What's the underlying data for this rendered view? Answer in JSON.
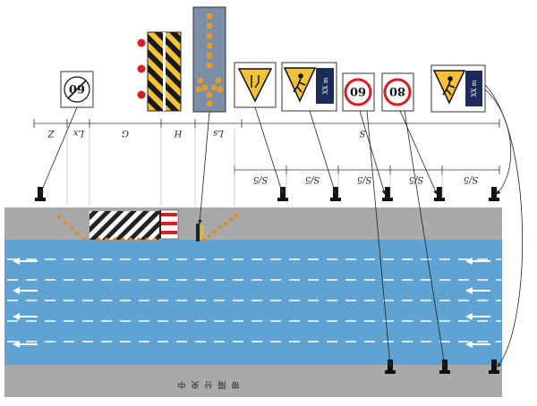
{
  "colors": {
    "shoulder": "#a9a9a9",
    "lane": "#5fa3d3",
    "cone": "#e08a1e",
    "sign_red": "#d32027",
    "sign_yellow": "#f3c23a",
    "sign_navy": "#1c2b5a",
    "arrow_board_bg": "#7b8ea8",
    "arrow_board_light": "#e59a2a"
  },
  "icons": {
    "speed_limit_plain": "circle-number",
    "speed_limit": "red-ring-number",
    "roadwork": "roadwork-triangle",
    "lane_narrow": "lane-narrows-triangle",
    "arrow_board": "arrow-light-board",
    "barrier": "striped-barrier-with-lights",
    "lane_arrow": "left-arrow"
  },
  "signs": {
    "end_limit_value": "60",
    "limit_60": "60",
    "limit_80": "80",
    "plate_text": "XX m"
  },
  "dimensions": {
    "z": "Z",
    "lx": "Lx",
    "g": "G",
    "h": "H",
    "ls": "Ls",
    "s": "S",
    "s5": [
      "S/5",
      "S/5",
      "S/5",
      "S/5",
      "S/5"
    ]
  },
  "median_label": [
    "中",
    "央",
    "分",
    "隔",
    "带"
  ]
}
